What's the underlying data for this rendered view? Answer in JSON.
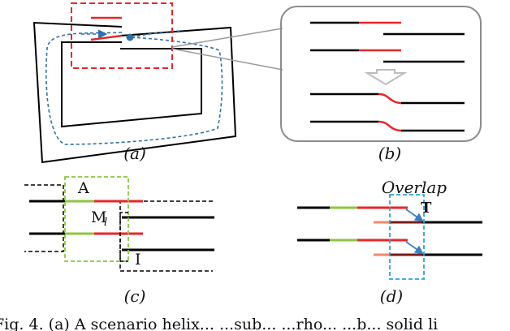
{
  "labels": {
    "a": "(a)",
    "b": "(b)",
    "c": "(c)",
    "d": "(d)",
    "set_a": "A",
    "set_m": "M",
    "set_m_sub": "l",
    "set_i": "I",
    "overlap": "Overlap",
    "transform": "T"
  },
  "caption": "Fig. 4. (a) A scenario helix... ...sub... ...rho... ...b... solid li",
  "colors": {
    "trajectory": "#000000",
    "overlap_red": "#e8262b",
    "green": "#8cc63f",
    "dark_red": "#7a1a1a",
    "salmon": "#f08a6a",
    "blue_path": "#2f6fa8",
    "blue_dot": "#2f6fa8",
    "red_box": "#e8262b",
    "green_box": "#8cc63f",
    "cyan_box": "#29a3d6",
    "arrow_gray": "#bdbdbd",
    "callout_gray": "#8c8c8c"
  }
}
